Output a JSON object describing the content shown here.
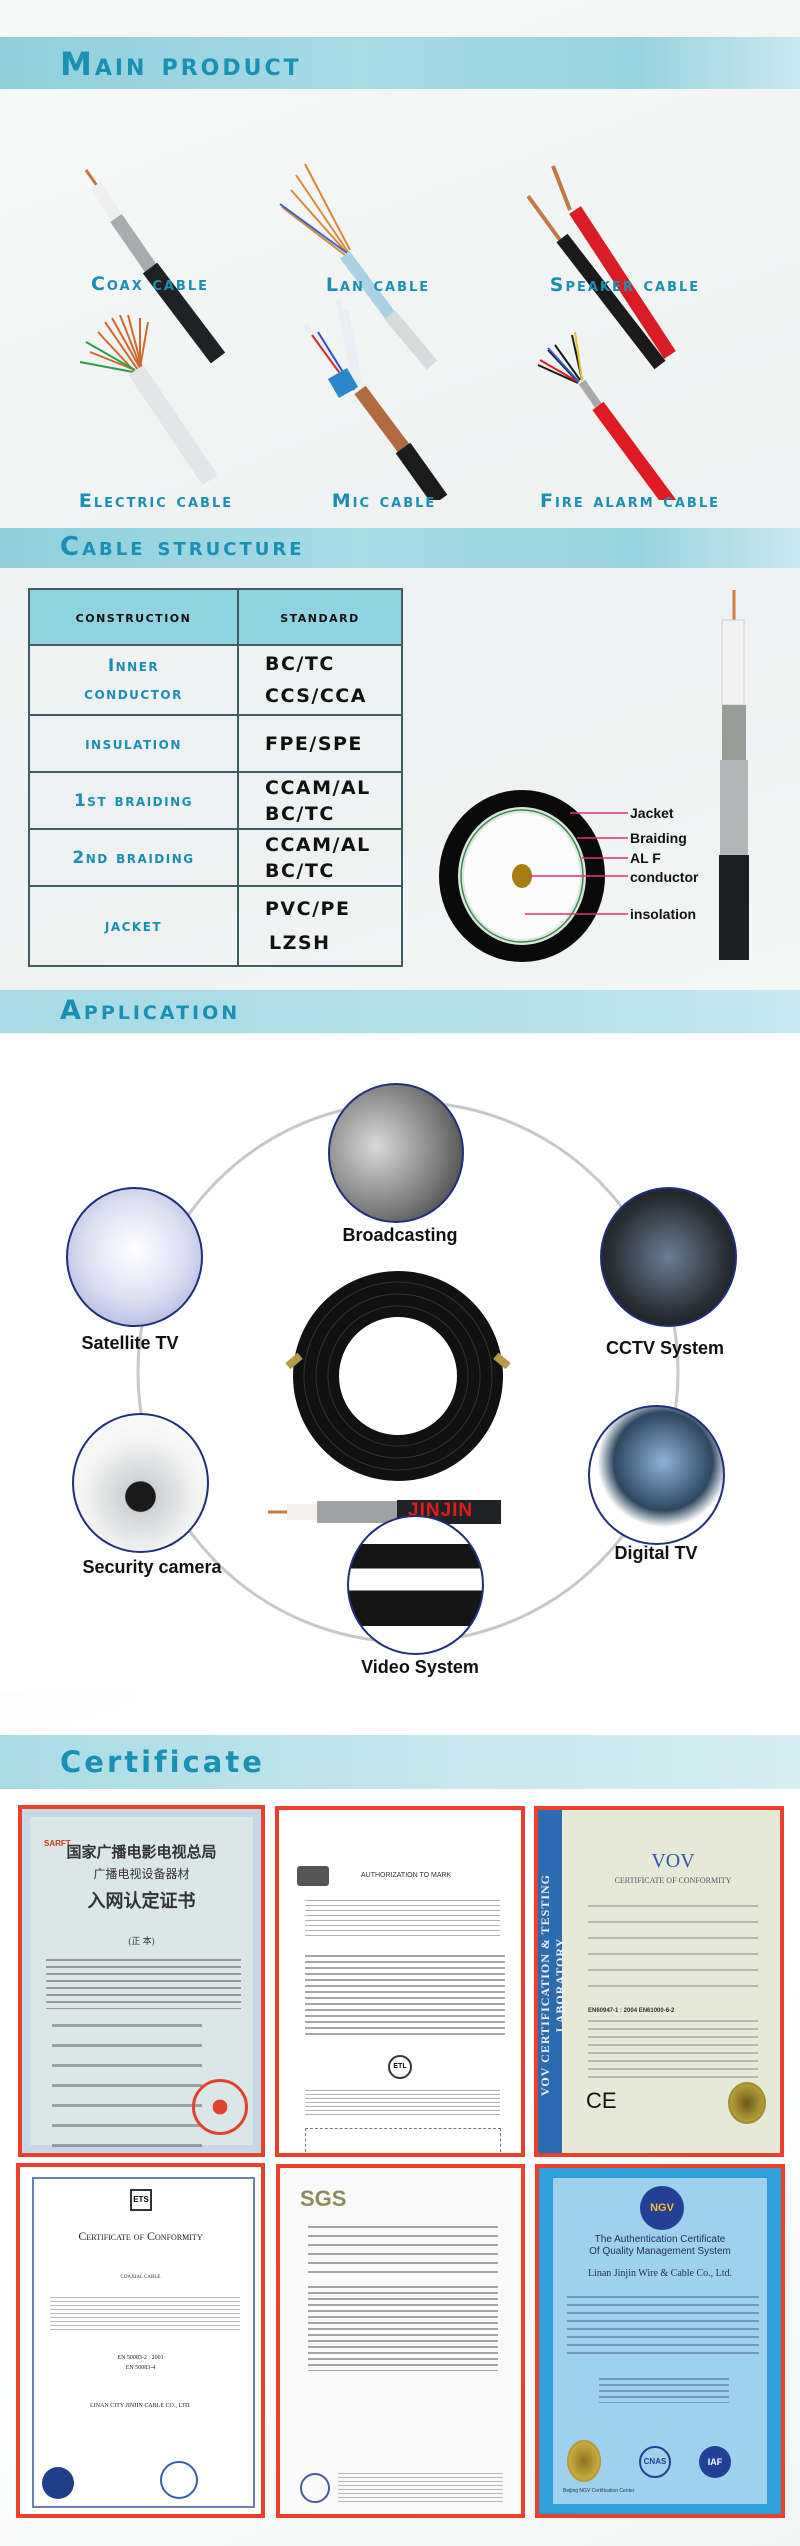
{
  "sections": {
    "main_product": "Main product",
    "cable_structure": "Cable structure",
    "application": "Application",
    "certificate": "Certificate"
  },
  "products": [
    {
      "label": "Coax  cable"
    },
    {
      "label": "Lan cable"
    },
    {
      "label": "Speaker cable"
    },
    {
      "label": "Electric cable"
    },
    {
      "label": "Mic cable"
    },
    {
      "label": "Fire alarm cable"
    }
  ],
  "structure_table": {
    "headers": [
      "construction",
      "standard"
    ],
    "rows": [
      {
        "construction": [
          "Inner",
          "conductor"
        ],
        "standard": [
          "BC/TC",
          "CCS/CCA"
        ]
      },
      {
        "construction": [
          "insulation"
        ],
        "standard": [
          "FPE/SPE"
        ]
      },
      {
        "construction": [
          "1st braiding"
        ],
        "standard": [
          "CCAM/AL",
          "BC/TC"
        ]
      },
      {
        "construction": [
          "2nd braiding"
        ],
        "standard": [
          "CCAM/AL",
          "BC/TC"
        ]
      },
      {
        "construction": [
          "jacket"
        ],
        "standard": [
          "PVC/PE",
          "LZSH"
        ]
      }
    ]
  },
  "diagram_labels": {
    "jacket": "Jacket",
    "braiding": "Braiding",
    "alf": "AL F",
    "conductor": "conductor",
    "insolation": "insolation"
  },
  "applications": {
    "broadcasting": "Broadcasting",
    "satellite": "Satellite TV",
    "cctv": "CCTV System",
    "security": "Security camera",
    "digital_tv": "Digital TV",
    "video": "Video System",
    "cable_brand": "JINJIN"
  },
  "certificates": {
    "sarft": {
      "logo": "SARFT",
      "title1": "国家广播电影电视总局",
      "title2": "广播电视设备器材",
      "title3": "入网认定证书",
      "sub": "(正 本)"
    },
    "etl": {
      "title": "AUTHORIZATION TO MARK",
      "mark": "ETL"
    },
    "vov": {
      "side": "VOV CERTIFICATION & TESTING LABORATORY",
      "logo": "VOV",
      "title": "CERTIFICATE OF CONFORMITY",
      "standard": "EN60947-1 : 2004  EN61000-6-2",
      "ce": "CE"
    },
    "ets": {
      "logo": "ETS",
      "title": "Certificate of Conformity",
      "product": "COAXIAL CABLE",
      "std1": "EN 50083-2 : 2001",
      "std2": "EN 50083-4",
      "holder": "LINAN CITY JINJIN CABLE CO., LTD."
    },
    "sgs": {
      "logo": "SGS"
    },
    "ngv": {
      "logo": "NGV",
      "title1": "The Authentication Certificate",
      "title2": "Of Quality Management System",
      "company": "Linan Jinjin Wire & Cable Co., Ltd.",
      "cnas": "CNAS",
      "iaf": "IAF",
      "issuer": "Beijing NGV Certification Center"
    }
  },
  "colors": {
    "accent": "#1a90b2",
    "band": "#9fd7e1",
    "cert_border": "#e9412d"
  }
}
